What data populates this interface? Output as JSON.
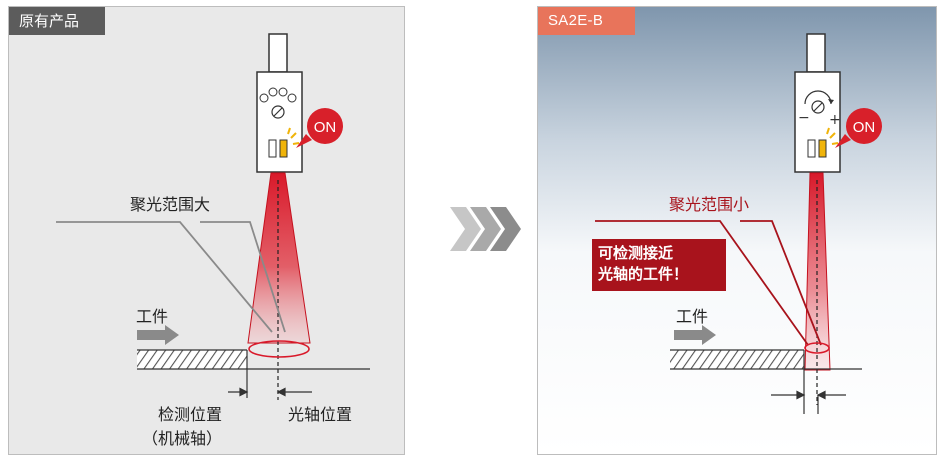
{
  "panels": {
    "left": {
      "tag": "原有产品",
      "on_label": "ON",
      "focus_label": "聚光范围大",
      "work_label": "工件",
      "detect_label_1": "检测位置",
      "detect_label_2": "（机械轴）",
      "optical_label": "光轴位置"
    },
    "right": {
      "tag": "SA2E-B",
      "on_label": "ON",
      "focus_label": "聚光范围小",
      "work_label": "工件",
      "callout_line_1": "可检测接近",
      "callout_line_2": "光轴的工件！",
      "minus_sign": "−",
      "plus_sign": "+"
    }
  },
  "colors": {
    "beam_red": "#d9192a",
    "on_badge": "#d8202a",
    "callout_bg": "#a8131c",
    "tag_left": "#5c5c5c",
    "tag_right": "#e8745b",
    "led_yellow": "#f0b40a",
    "arrow_grey": "#8a8a8a"
  }
}
